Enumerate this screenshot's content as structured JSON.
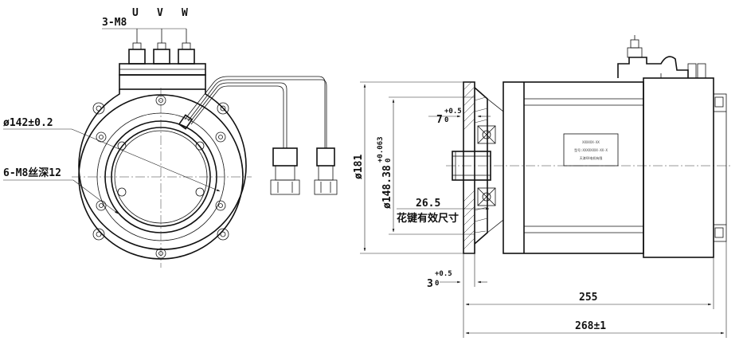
{
  "front_view": {
    "terminal_thread": "3-M8",
    "phase_labels": [
      "U",
      "V",
      "W"
    ],
    "bolt_circle": "ø142±0.2",
    "tapped_holes": "6-M8丝深12"
  },
  "side_view": {
    "housing_diameter": "ø181",
    "pilot_diameter": "ø148.38",
    "pilot_tol_upper": "+0.063",
    "pilot_tol_lower": "0",
    "spline_length": "26.5",
    "spline_note": "花键有效尺寸",
    "flange_thickness": "7",
    "flange_thickness_tol_upper": "+0.5",
    "flange_thickness_tol_lower": "0",
    "pilot_height": "3",
    "pilot_height_tol_upper": "+0.5",
    "pilot_height_tol_lower": "0",
    "body_length": "255",
    "overall_length": "268±1"
  },
  "nameplate": {
    "lines": [
      "XXXXXX-XX",
      "型号:XXXXXXXX-XX-X",
      "天津XX电机有限"
    ]
  },
  "colors": {
    "line": "#111111",
    "background": "#ffffff"
  }
}
